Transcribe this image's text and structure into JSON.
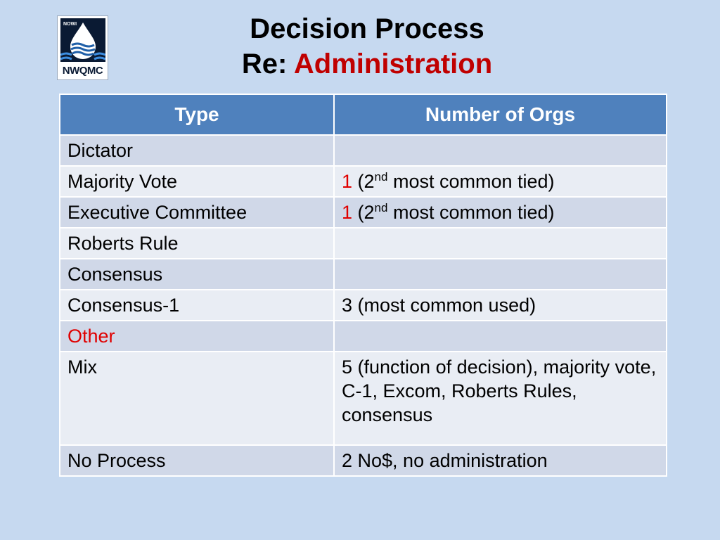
{
  "logo": {
    "text": "NWQMC",
    "tag": "NOWI"
  },
  "title": {
    "line1": "Decision Process",
    "line2_prefix": "Re: ",
    "line2_accent": "Administration"
  },
  "table": {
    "headers": [
      "Type",
      "Number of Orgs"
    ],
    "rows": [
      {
        "type": "Dictator",
        "count": ""
      },
      {
        "type": "Majority Vote",
        "count_num": "1",
        "count_text_a": " (2",
        "count_sup": "nd",
        "count_text_b": " most common tied)"
      },
      {
        "type": "Executive Committee",
        "count_num": "1",
        "count_text_a": " (2",
        "count_sup": "nd",
        "count_text_b": " most common tied)"
      },
      {
        "type": "Roberts Rule",
        "count": ""
      },
      {
        "type": "Consensus",
        "count": ""
      },
      {
        "type": "Consensus-1",
        "count": "3 (most common used)"
      },
      {
        "type": "Other",
        "count": ""
      },
      {
        "type": "Mix",
        "count": "5 (function of decision), majority vote, C-1, Excom, Roberts Rules, consensus"
      },
      {
        "type": "No Process",
        "count": "2 No$, no administration"
      }
    ]
  },
  "colors": {
    "background": "#c6d9f0",
    "header": "#4f81bd",
    "row_odd": "#d0d8e8",
    "row_even": "#e9edf4",
    "accent": "#c00000"
  }
}
